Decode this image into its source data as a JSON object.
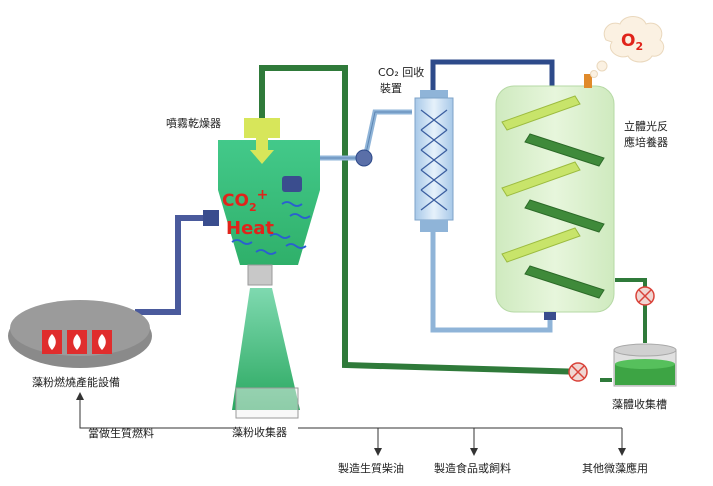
{
  "labels": {
    "spray_dryer": "噴霧乾燥器",
    "co2_recovery_line1": "CO₂ 回收",
    "co2_recovery_line2": "裝置",
    "photobioreactor_line1": "立體光反",
    "photobioreactor_line2": "應培養器",
    "algae_collection_tank": "藻體收集槽",
    "algae_powder_combustion": "藻粉燃燒產能設備",
    "algae_powder_collector": "藻粉收集器",
    "biomass_fuel": "當做生質燃料",
    "biodiesel": "製造生質柴油",
    "food_feed": "製造食品或飼料",
    "other_uses": "其他微藻應用"
  },
  "dryer_text": {
    "co2": "CO",
    "co2_sub": "2",
    "plus": "+",
    "heat": "Heat"
  },
  "o2_bubble": {
    "o": "O",
    "sub": "2"
  },
  "colors": {
    "dryer_green": "#3fc07a",
    "reactor_green": "#d7f0c8",
    "pipe_dark_green": "#2f7a3a",
    "pipe_navy": "#2d4a8a",
    "pipe_light_blue": "#8fb4d8",
    "valve_red": "#d9433a",
    "column_blue": "#c9dff2"
  }
}
